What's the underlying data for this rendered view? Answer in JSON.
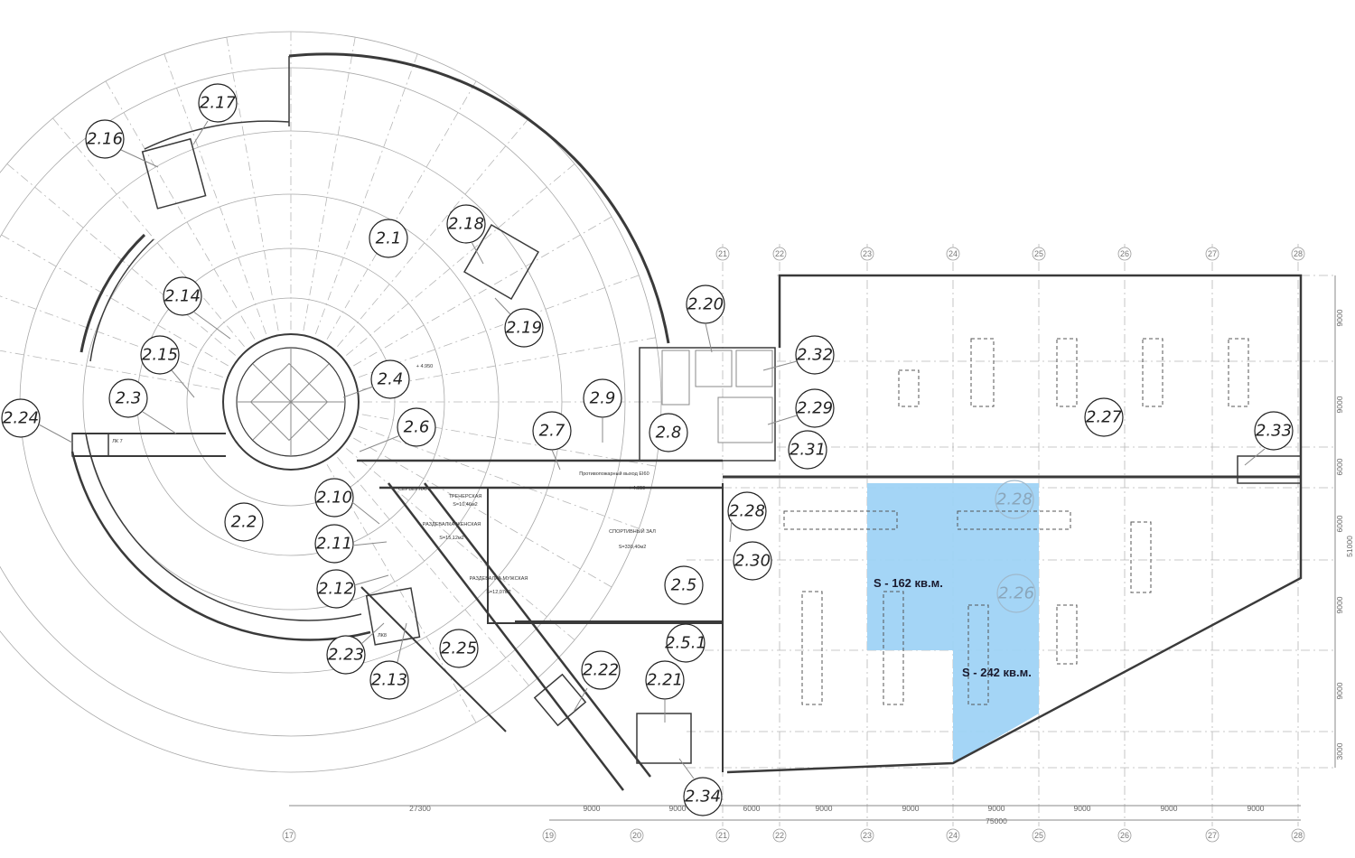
{
  "zones": [
    {
      "id": "2.1"
    },
    {
      "id": "2.2"
    },
    {
      "id": "2.3"
    },
    {
      "id": "2.4"
    },
    {
      "id": "2.5"
    },
    {
      "id": "2.5.1"
    },
    {
      "id": "2.6"
    },
    {
      "id": "2.7"
    },
    {
      "id": "2.8"
    },
    {
      "id": "2.9"
    },
    {
      "id": "2.10"
    },
    {
      "id": "2.11"
    },
    {
      "id": "2.12"
    },
    {
      "id": "2.13"
    },
    {
      "id": "2.14"
    },
    {
      "id": "2.15"
    },
    {
      "id": "2.16"
    },
    {
      "id": "2.17"
    },
    {
      "id": "2.18"
    },
    {
      "id": "2.19"
    },
    {
      "id": "2.20"
    },
    {
      "id": "2.21"
    },
    {
      "id": "2.22"
    },
    {
      "id": "2.23"
    },
    {
      "id": "2.24"
    },
    {
      "id": "2.25"
    },
    {
      "id": "2.26",
      "faded": true
    },
    {
      "id": "2.27"
    },
    {
      "id": "2.28"
    },
    {
      "id": "2.28",
      "faded": true
    },
    {
      "id": "2.29"
    },
    {
      "id": "2.30"
    },
    {
      "id": "2.31"
    },
    {
      "id": "2.32"
    },
    {
      "id": "2.33"
    },
    {
      "id": "2.34"
    }
  ],
  "areas": [
    {
      "label": "S - 162 кв.м.",
      "color": "#9fd3f5"
    },
    {
      "label": "S - 242 кв.м.",
      "color": "#9fd3f5"
    }
  ],
  "axes_bottom": [
    "17",
    "19",
    "20",
    "21",
    "22",
    "23",
    "24",
    "25",
    "26",
    "27",
    "28"
  ],
  "axes_top": [
    "21",
    "22",
    "23",
    "24",
    "25",
    "26",
    "27",
    "28"
  ],
  "dims_bottom": [
    "27300",
    "9000",
    "9000",
    "6000",
    "9000",
    "9000",
    "9000",
    "9000",
    "9000",
    "9000"
  ],
  "dim_total": "75000",
  "dims_right": [
    "9000",
    "9000",
    "6000",
    "6000",
    "9000",
    "9000",
    "3000"
  ],
  "dim_right_total": "51000",
  "room_notes": {
    "gym": "СПОРТИВНЫЙ ЗАЛ",
    "gym_area": "S=330,40м2",
    "trainer": "ТРЕНЕРСКАЯ",
    "trainer_area": "S=10,46м2",
    "wardrobe_f": "РАЗДЕВАЛКА ЖЕНСКАЯ",
    "wardrobe_f_area": "S=15,12м2",
    "wardrobe_m": "РАЗДЕВАЛКА МУЖСКАЯ",
    "wardrobe_m_area": "S=12,07м2",
    "server": "СЕРВЕРНАЯ",
    "fire_exit": "Противопожарный выход EI60",
    "level_1": "+ 4.950",
    "level_2": "+ 4.950",
    "lk7": "ЛК 7",
    "lk8": "ЛК8"
  }
}
